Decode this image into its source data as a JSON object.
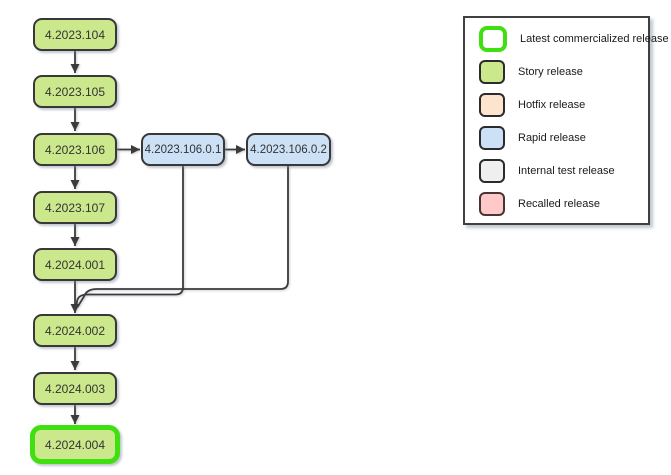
{
  "diagram": {
    "nodes": [
      {
        "label": "4.2023.104",
        "type": "story"
      },
      {
        "label": "4.2023.105",
        "type": "story"
      },
      {
        "label": "4.2023.106",
        "type": "story"
      },
      {
        "label": "4.2023.106.0.1",
        "type": "rapid"
      },
      {
        "label": "4.2023.106.0.2",
        "type": "rapid"
      },
      {
        "label": "4.2023.107",
        "type": "story"
      },
      {
        "label": "4.2024.001",
        "type": "story"
      },
      {
        "label": "4.2024.002",
        "type": "story"
      },
      {
        "label": "4.2024.003",
        "type": "story"
      },
      {
        "label": "4.2024.004",
        "type": "latest"
      }
    ],
    "edges": [
      {
        "from": "4.2023.104",
        "to": "4.2023.105"
      },
      {
        "from": "4.2023.105",
        "to": "4.2023.106"
      },
      {
        "from": "4.2023.106",
        "to": "4.2023.106.0.1"
      },
      {
        "from": "4.2023.106.0.1",
        "to": "4.2023.106.0.2"
      },
      {
        "from": "4.2023.106",
        "to": "4.2023.107"
      },
      {
        "from": "4.2023.107",
        "to": "4.2024.001"
      },
      {
        "from": "4.2024.001",
        "to": "4.2024.002"
      },
      {
        "from": "4.2023.106.0.1",
        "to": "4.2024.002"
      },
      {
        "from": "4.2023.106.0.2",
        "to": "4.2024.002"
      },
      {
        "from": "4.2024.002",
        "to": "4.2024.003"
      },
      {
        "from": "4.2024.003",
        "to": "4.2024.004"
      }
    ]
  },
  "legend": {
    "items": [
      {
        "label": "Latest commercialized release",
        "swatch": "latest"
      },
      {
        "label": "Story release",
        "swatch": "story"
      },
      {
        "label": "Hotfix release",
        "swatch": "hotfix"
      },
      {
        "label": "Rapid release",
        "swatch": "rapid"
      },
      {
        "label": "Internal test release",
        "swatch": "internal"
      },
      {
        "label": "Recalled release",
        "swatch": "recalled"
      }
    ]
  },
  "colors": {
    "story_fill": "#cbe98c",
    "rapid_fill": "#cde1f6",
    "hotfix_fill": "#fde5cd",
    "internal_test_fill": "#efefef",
    "recalled_fill": "#ffc9c9",
    "latest_border": "#40e010",
    "node_border": "#383838",
    "edge_stroke": "#3b3b3b",
    "text": "#333333",
    "background": "#ffffff"
  }
}
